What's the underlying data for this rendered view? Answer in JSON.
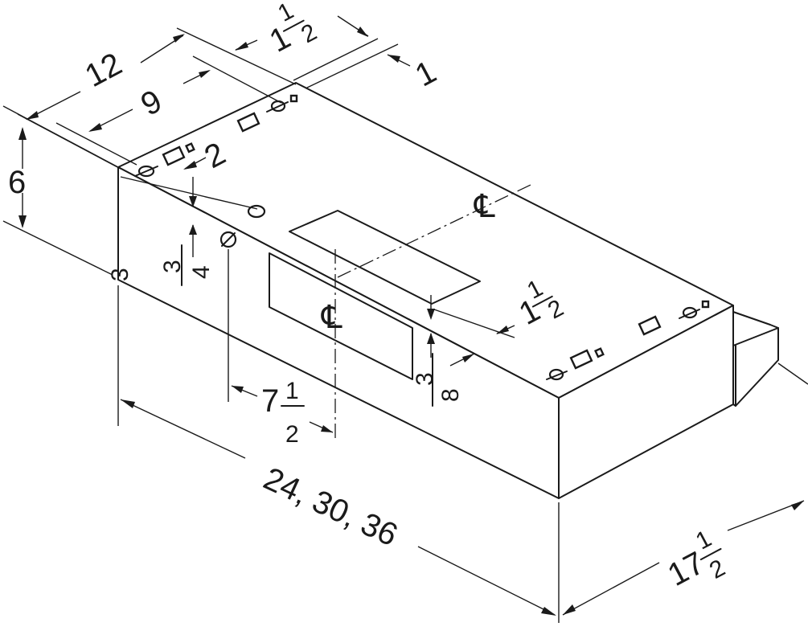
{
  "dimensions": {
    "width": "24, 30, 36",
    "depth_whole": "17",
    "depth_num": "1",
    "depth_den": "2",
    "height": "6",
    "top_depth_12": "12",
    "top_depth_9": "9",
    "top_depth_2": "2",
    "rear_offset_whole": "1",
    "rear_offset_num": "1",
    "rear_offset_den": "2",
    "rear_offset_1": "1",
    "front_offset_3_4_num": "3",
    "front_offset_3_4_den": "4",
    "center_offset_whole": "7",
    "center_offset_num": "1",
    "center_offset_den": "2",
    "bottom_offset_whole": "1",
    "bottom_offset_num": "1",
    "bottom_offset_den": "2",
    "bottom_3_8_num": "3",
    "bottom_3_8_den": "8"
  },
  "symbols": {
    "centerline_top": "℄",
    "centerline_front": "℄"
  }
}
